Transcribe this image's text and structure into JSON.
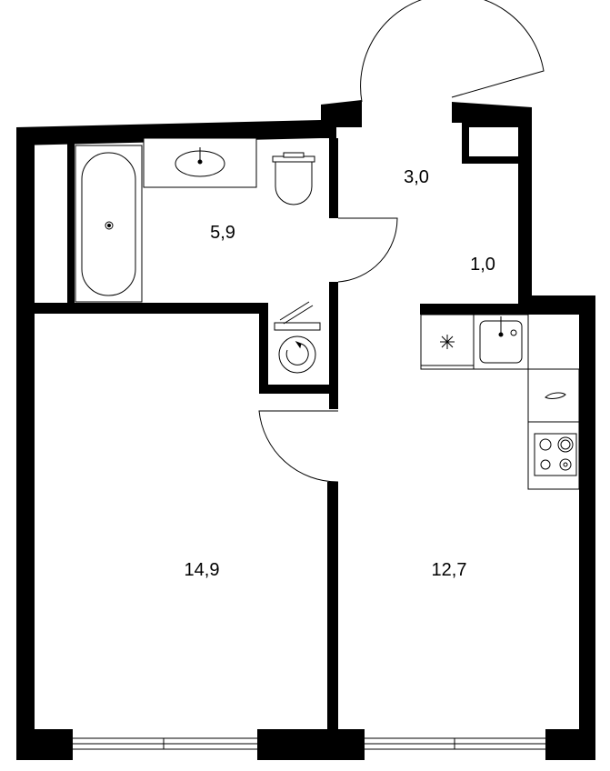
{
  "rooms": [
    {
      "id": "bathroom",
      "area": "5,9"
    },
    {
      "id": "hall",
      "area": "3,0"
    },
    {
      "id": "closet",
      "area": "1,0"
    },
    {
      "id": "bedroom",
      "area": "14,9"
    },
    {
      "id": "kitchen-living",
      "area": "12,7"
    }
  ],
  "colors": {
    "wall": "#000000",
    "background": "#ffffff",
    "fixture_stroke": "#000000",
    "fixture_fill": "#ffffff"
  }
}
